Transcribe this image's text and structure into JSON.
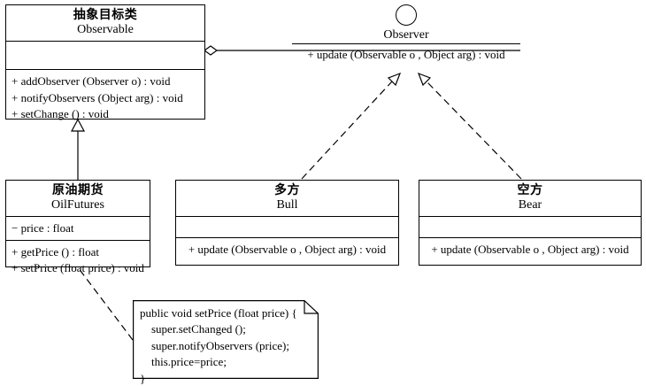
{
  "diagram": {
    "type": "uml-class-diagram",
    "title_visible": false,
    "background": "#ffffff",
    "line_color": "#000000"
  },
  "classes": [
    {
      "id": "observable",
      "name_cn": "抽象目标类",
      "name_en": "Observable",
      "attributes": [],
      "operations": [
        "+ addObserver (Observer o) : void",
        "+ notifyObservers (Object arg) : void",
        "+ setChange () : void"
      ]
    },
    {
      "id": "oilfutures",
      "name_cn": "原油期货",
      "name_en": "OilFutures",
      "attributes": [
        "− price : float"
      ],
      "operations": [
        "+ getPrice () : float",
        "+ setPrice (float price) : void"
      ]
    },
    {
      "id": "bull",
      "name_cn": "多方",
      "name_en": "Bull",
      "attributes": [],
      "operations": [
        "+ update (Observable o , Object arg) : void"
      ]
    },
    {
      "id": "bear",
      "name_cn": "空方",
      "name_en": "Bear",
      "attributes": [],
      "operations": [
        "+ update (Observable o , Object arg) : void"
      ]
    }
  ],
  "interfaces": [
    {
      "id": "observer",
      "name": "Observer",
      "operations": [
        "+ update (Observable o , Object arg) : void"
      ]
    }
  ],
  "note": {
    "id": "setprice-note",
    "lines": [
      "public void setPrice (float price) {",
      "    super.setChanged ();",
      "    super.notifyObservers (price);",
      "    this.price=price;",
      "}"
    ],
    "text": "public void setPrice (float price) {\n    super.setChanged ();\n    super.notifyObservers (price);\n    this.price=price;\n}"
  },
  "relationships": [
    {
      "id": "observable-aggregates-observer",
      "kind": "aggregation",
      "from": "observable",
      "to": "observer",
      "arrow": "hollow-diamond",
      "line": "solid"
    },
    {
      "id": "oilfutures-extends-observable",
      "kind": "generalization",
      "from": "oilfutures",
      "to": "observable",
      "arrow": "hollow-triangle",
      "line": "solid"
    },
    {
      "id": "bull-implements-observer",
      "kind": "realization",
      "from": "bull",
      "to": "observer",
      "arrow": "hollow-triangle",
      "line": "dashed"
    },
    {
      "id": "bear-implements-observer",
      "kind": "realization",
      "from": "bear",
      "to": "observer",
      "arrow": "hollow-triangle",
      "line": "dashed"
    },
    {
      "id": "note-anchor-oilfutures",
      "kind": "note-anchor",
      "from": "setprice-note",
      "to": "oilfutures",
      "arrow": "none",
      "line": "dashed"
    }
  ]
}
